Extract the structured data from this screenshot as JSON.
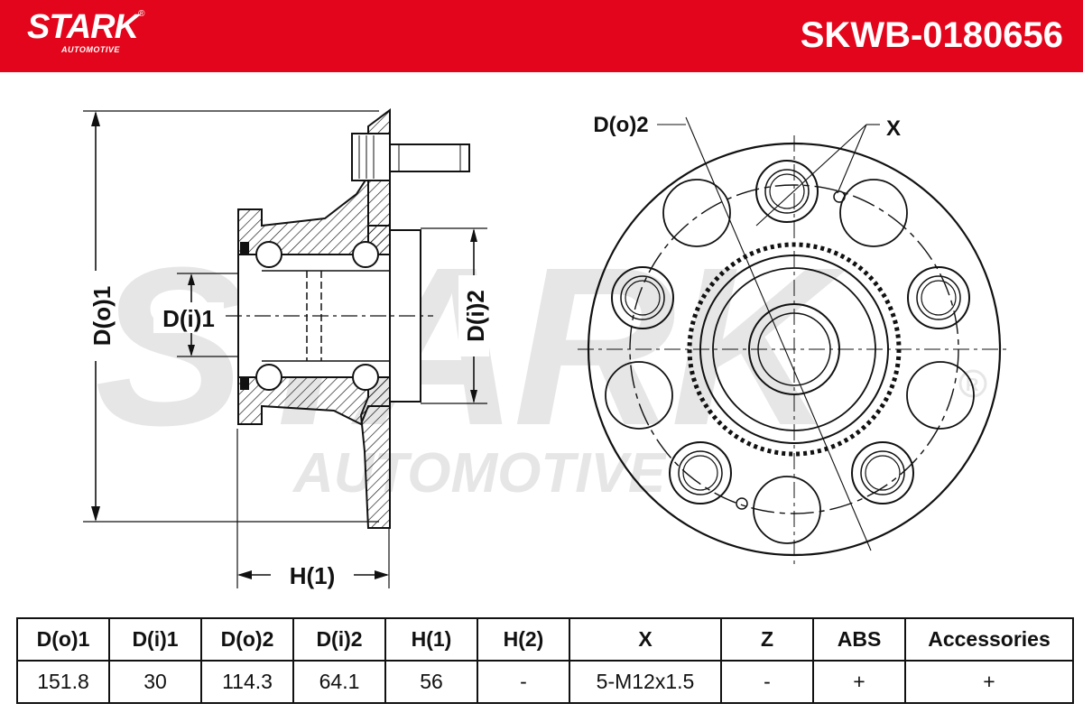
{
  "header": {
    "brand": "STARK",
    "brand_sub": "AUTOMOTIVE",
    "registered_mark": "®",
    "part_number": "SKWB-0180656",
    "bar_color": "#e3051b"
  },
  "watermark": {
    "brand": "STARK",
    "brand_sub": "AUTOMOTIVE"
  },
  "drawing": {
    "labels": {
      "d_o1": "D(o)1",
      "d_i1": "D(i)1",
      "d_i2": "D(i)2",
      "h1": "H(1)",
      "d_o2": "D(o)2",
      "x": "X"
    }
  },
  "table": {
    "headers": [
      "D(o)1",
      "D(i)1",
      "D(o)2",
      "D(i)2",
      "H(1)",
      "H(2)",
      "X",
      "Z",
      "ABS",
      "Accessories"
    ],
    "values": [
      "151.8",
      "30",
      "114.3",
      "64.1",
      "56",
      "-",
      "5-M12x1.5",
      "-",
      "+",
      "+"
    ]
  }
}
